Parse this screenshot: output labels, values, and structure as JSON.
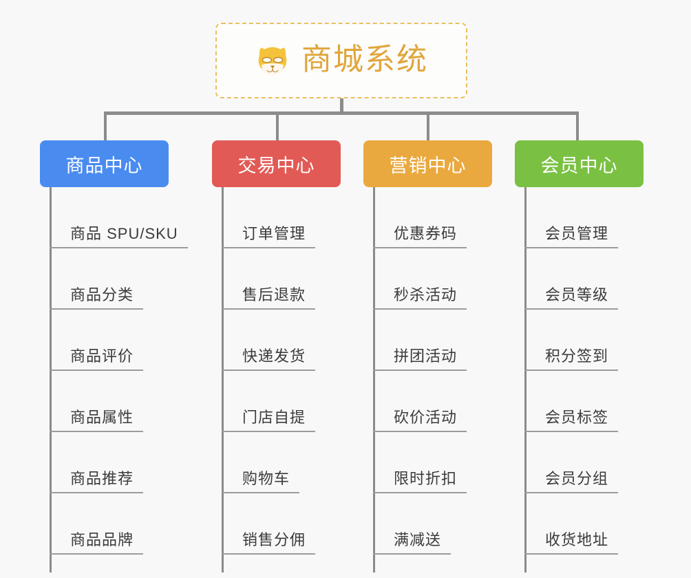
{
  "page": {
    "background_color": "#f8f8f8",
    "connector_color": "#8c8c8c"
  },
  "root": {
    "title": "商城系统",
    "icon": "dog-face-icon",
    "border_color": "#eabf5e",
    "title_color": "#e0a63c"
  },
  "branches": [
    {
      "label": "商品中心",
      "color": "#4a8bf0",
      "items": [
        "商品 SPU/SKU",
        "商品分类",
        "商品评价",
        "商品属性",
        "商品推荐",
        "商品品牌"
      ]
    },
    {
      "label": "交易中心",
      "color": "#e25a55",
      "items": [
        "订单管理",
        "售后退款",
        "快递发货",
        "门店自提",
        "购物车",
        "销售分佣"
      ]
    },
    {
      "label": "营销中心",
      "color": "#eaa93f",
      "items": [
        "优惠券码",
        "秒杀活动",
        "拼团活动",
        "砍价活动",
        "限时折扣",
        "满减送"
      ]
    },
    {
      "label": "会员中心",
      "color": "#7ac143",
      "items": [
        "会员管理",
        "会员等级",
        "积分签到",
        "会员标签",
        "会员分组",
        "收货地址"
      ]
    }
  ]
}
